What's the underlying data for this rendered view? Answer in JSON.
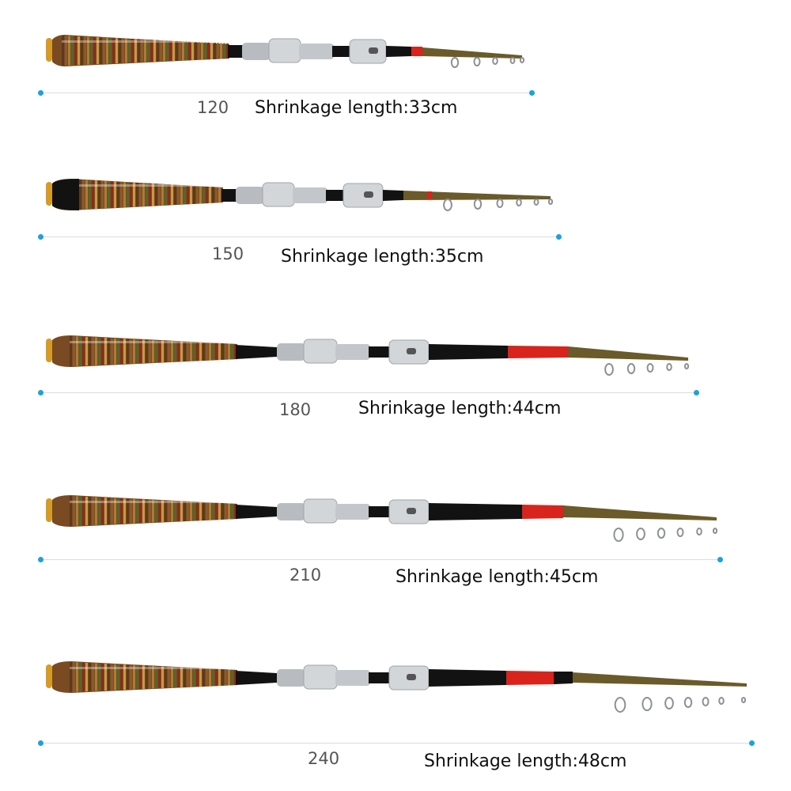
{
  "rods": [
    {
      "size": "120",
      "shrinkage_text": "Shrinkage length:33cm"
    },
    {
      "size": "150",
      "shrinkage_text": "Shrinkage length:35cm"
    },
    {
      "size": "180",
      "shrinkage_text": "Shrinkage length:44cm"
    },
    {
      "size": "210",
      "shrinkage_text": "Shrinkage length:45cm"
    },
    {
      "size": "240",
      "shrinkage_text": "Shrinkage length:48cm"
    }
  ],
  "colors": {
    "scale_line": "#d9dcdf",
    "scale_dot": "#1aa3d9",
    "handle_stripes": [
      "#5a3a1e",
      "#8a5a2a",
      "#b07a36",
      "#4f6a2a",
      "#8e2a1e",
      "#c89a40"
    ],
    "blank_red": "#d8241c",
    "blank_black": "#121212",
    "reel_seat": "#c9ccd0"
  }
}
